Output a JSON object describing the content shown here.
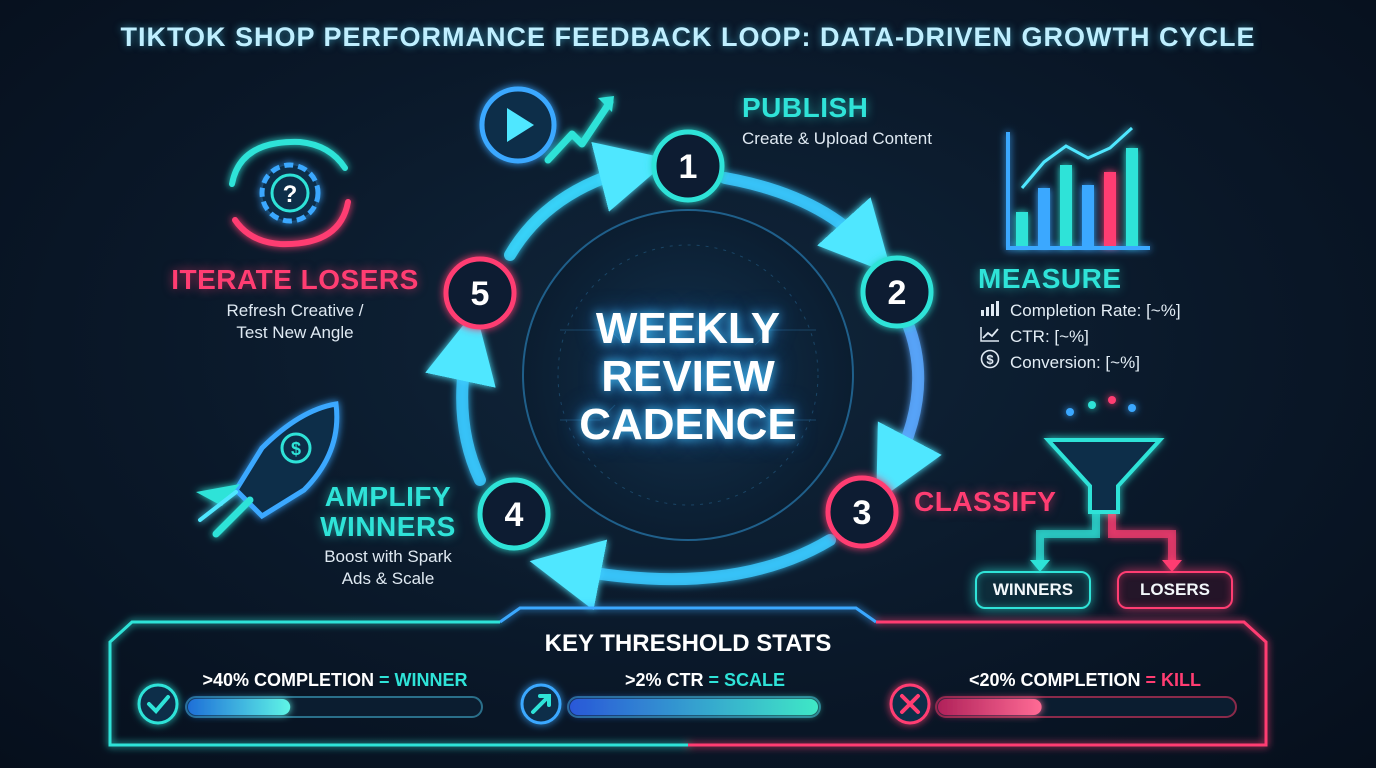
{
  "title": "TIKTOK SHOP PERFORMANCE FEEDBACK LOOP: DATA-DRIVEN GROWTH CYCLE",
  "center": {
    "line1": "WEEKLY",
    "line2": "REVIEW",
    "line3": "CADENCE"
  },
  "steps": [
    {
      "number": "1",
      "title": "PUBLISH",
      "desc": "Create & Upload Content"
    },
    {
      "number": "2",
      "title": "MEASURE",
      "metrics": [
        {
          "icon": "bar-chart-icon",
          "text": "Completion Rate: [~%]"
        },
        {
          "icon": "trend-line-icon",
          "text": "CTR: [~%]"
        },
        {
          "icon": "dollar-icon",
          "text": "Conversion: [~%]"
        }
      ]
    },
    {
      "number": "3",
      "title": "CLASSIFY",
      "outputs": [
        "WINNERS",
        "LOSERS"
      ]
    },
    {
      "number": "4",
      "title_line1": "AMPLIFY",
      "title_line2": "WINNERS",
      "desc_line1": "Boost with Spark",
      "desc_line2": "Ads & Scale"
    },
    {
      "number": "5",
      "title": "ITERATE LOSERS",
      "desc_line1": "Refresh Creative /",
      "desc_line2": "Test New Angle"
    }
  ],
  "stats_panel": {
    "title": "KEY THRESHOLD STATS",
    "stats": [
      {
        "lead": ">40% COMPLETION",
        "sep": " = ",
        "verdict": "WINNER",
        "icon": "check-icon",
        "fill": 0.35
      },
      {
        "lead": ">2% CTR",
        "sep": " = ",
        "verdict": "SCALE",
        "icon": "arrow-up-right-icon",
        "fill": 1.0
      },
      {
        "lead": "<20% COMPLETION",
        "sep": " = ",
        "verdict": "KILL",
        "icon": "x-icon",
        "fill": 0.35
      }
    ]
  },
  "colors": {
    "cyan": "#2fe3d8",
    "pink": "#ff3d72",
    "blue": "#3aa8ff",
    "background": "#0a1829"
  }
}
